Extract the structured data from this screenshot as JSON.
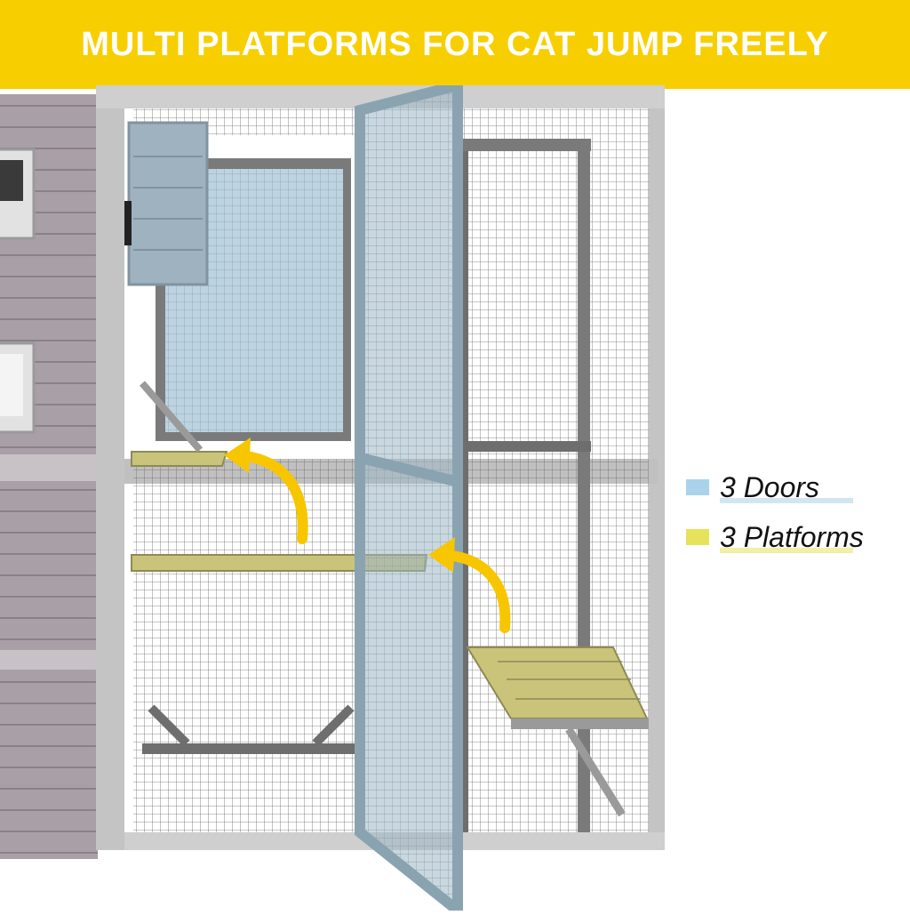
{
  "banner": {
    "title": "MULTI PLATFORMS FOR CAT JUMP FREELY",
    "background_color": "#f7cf00",
    "text_color": "#ffffff"
  },
  "legend": {
    "items": [
      {
        "label": "3 Doors",
        "color": "#a9d3ea"
      },
      {
        "label": "3 Platforms",
        "color": "#e6e35a"
      }
    ]
  },
  "scene": {
    "arrow_color": "#f7c600",
    "house_color": "#a99fa6",
    "frame_color": "#b7b7b7",
    "door_color": "#9fb6c3",
    "platform_color": "#c9c47a"
  }
}
